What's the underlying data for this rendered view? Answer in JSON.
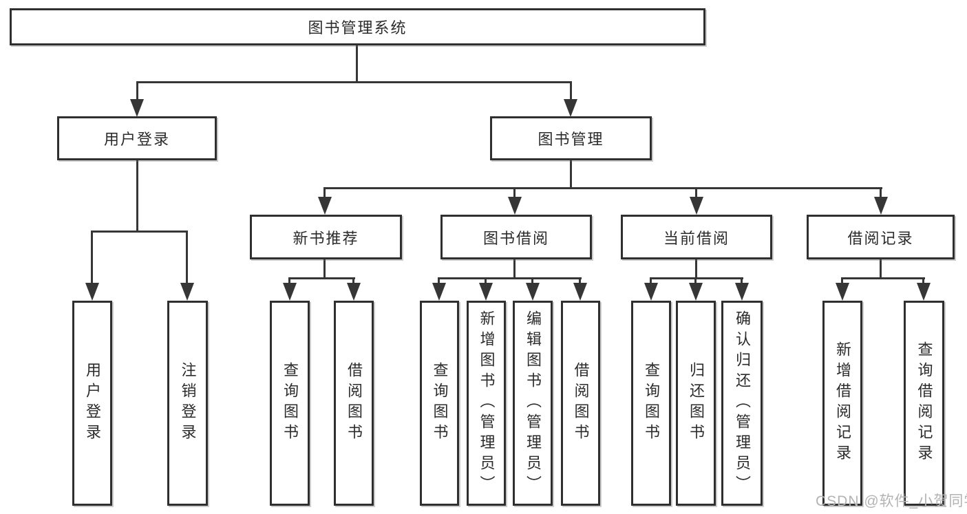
{
  "diagram_title": "图书管理系统",
  "colors": {
    "line": "#363636",
    "box_border": "#2f2f2f",
    "box_fill": "#ffffff",
    "text": "#2b2b2b",
    "watermark": "#b3b3b3"
  },
  "tree": {
    "root": {
      "label": "图书管理系统"
    },
    "branches": [
      {
        "label": "用户登录",
        "children": [
          {
            "label": "用户登录"
          },
          {
            "label": "注销登录"
          }
        ]
      },
      {
        "label": "图书管理",
        "sections": [
          {
            "label": "新书推荐",
            "children": [
              {
                "label": "查询图书"
              },
              {
                "label": "借阅图书"
              }
            ]
          },
          {
            "label": "图书借阅",
            "children": [
              {
                "label": "查询图书"
              },
              {
                "label": "新增图书（管理员）"
              },
              {
                "label": "编辑图书（管理员）"
              },
              {
                "label": "借阅图书"
              }
            ]
          },
          {
            "label": "当前借阅",
            "children": [
              {
                "label": "查询图书"
              },
              {
                "label": "归还图书"
              },
              {
                "label": "确认归还（管理员）"
              }
            ]
          },
          {
            "label": "借阅记录",
            "children": [
              {
                "label": "新增借阅记录"
              },
              {
                "label": "查询借阅记录"
              }
            ]
          }
        ]
      }
    ]
  },
  "watermark": {
    "text": "CSDN @软件_小贺同学"
  }
}
